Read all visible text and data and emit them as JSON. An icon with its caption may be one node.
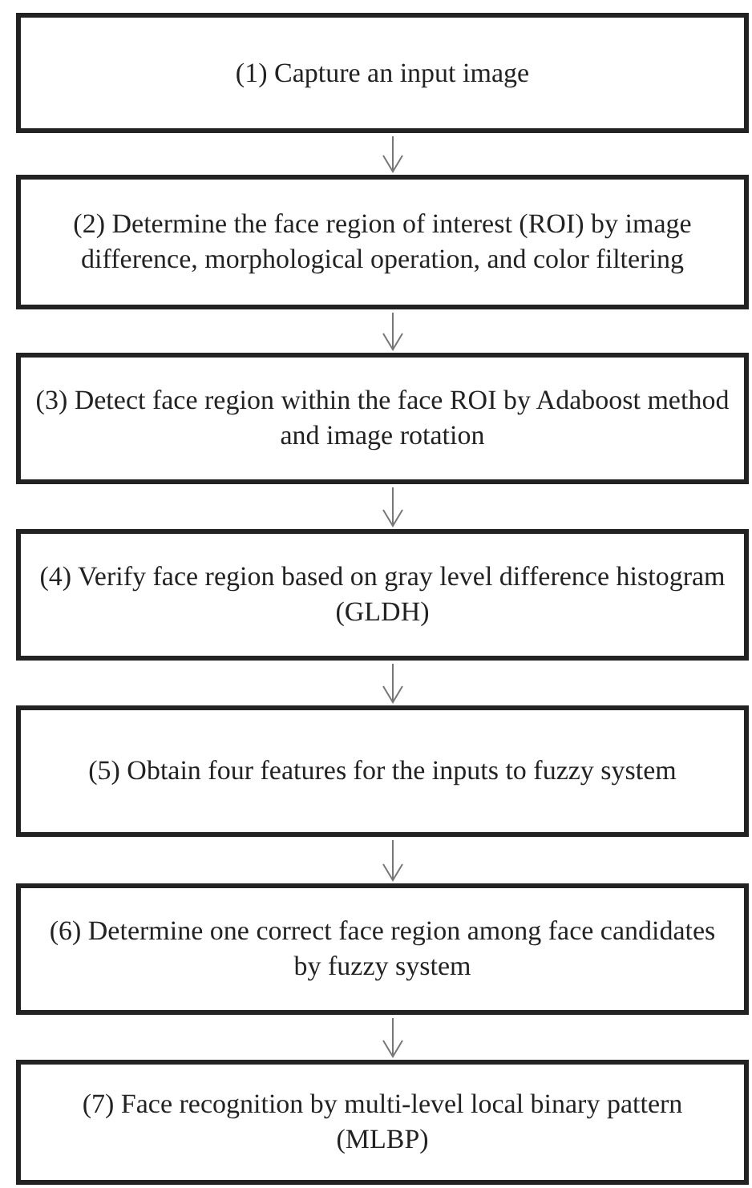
{
  "diagram": {
    "nodes": [
      {
        "text": [
          "(1) Capture an input image"
        ]
      },
      {
        "text": [
          "(2) Determine the face region of interest (ROI) by image difference, morphological operation, and color filtering"
        ]
      },
      {
        "text": [
          "(3) Detect face region within the face ROI by Adaboost method and image rotation"
        ]
      },
      {
        "text": [
          "(4) Verify face region based on gray level difference histogram (GLDH)"
        ]
      },
      {
        "text": [
          "(5) Obtain four features for the inputs to fuzzy system"
        ]
      },
      {
        "text": [
          "(6) Determine one correct face region among face candidates by fuzzy system"
        ]
      },
      {
        "text": [
          "(7) Face recognition by multi-level local binary pattern (MLBP)"
        ]
      }
    ],
    "edges": [
      {
        "from": 0,
        "to": 1,
        "arrow": "to"
      },
      {
        "from": 1,
        "to": 2,
        "arrow": "to"
      },
      {
        "from": 2,
        "to": 3,
        "arrow": "to"
      },
      {
        "from": 3,
        "to": 4,
        "arrow": "to"
      },
      {
        "from": 4,
        "to": 5,
        "arrow": "to"
      },
      {
        "from": 5,
        "to": 6,
        "arrow": "to"
      }
    ]
  }
}
